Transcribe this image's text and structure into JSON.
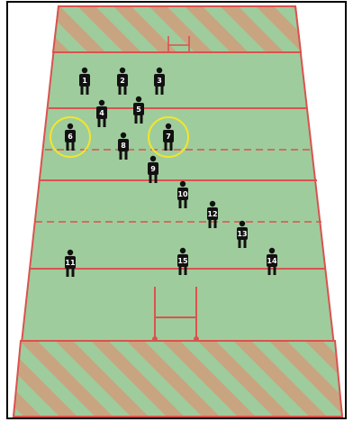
{
  "colors": {
    "pitch": "#9fcc9c",
    "stripe": "#c9a480",
    "line": "#d9534f",
    "player": "#111111",
    "number": "#ffffff",
    "highlight": "#f2e52e",
    "border": "#000000"
  },
  "pitch": {
    "dashed_lines": 2,
    "solid_lines": 5,
    "goal_posts": 2
  },
  "players": [
    {
      "number": "1",
      "highlighted": false
    },
    {
      "number": "2",
      "highlighted": false
    },
    {
      "number": "3",
      "highlighted": false
    },
    {
      "number": "4",
      "highlighted": false
    },
    {
      "number": "5",
      "highlighted": false
    },
    {
      "number": "6",
      "highlighted": true
    },
    {
      "number": "7",
      "highlighted": true
    },
    {
      "number": "8",
      "highlighted": false
    },
    {
      "number": "9",
      "highlighted": false
    },
    {
      "number": "10",
      "highlighted": false
    },
    {
      "number": "11",
      "highlighted": false
    },
    {
      "number": "12",
      "highlighted": false
    },
    {
      "number": "13",
      "highlighted": false
    },
    {
      "number": "14",
      "highlighted": false
    },
    {
      "number": "15",
      "highlighted": false
    }
  ]
}
